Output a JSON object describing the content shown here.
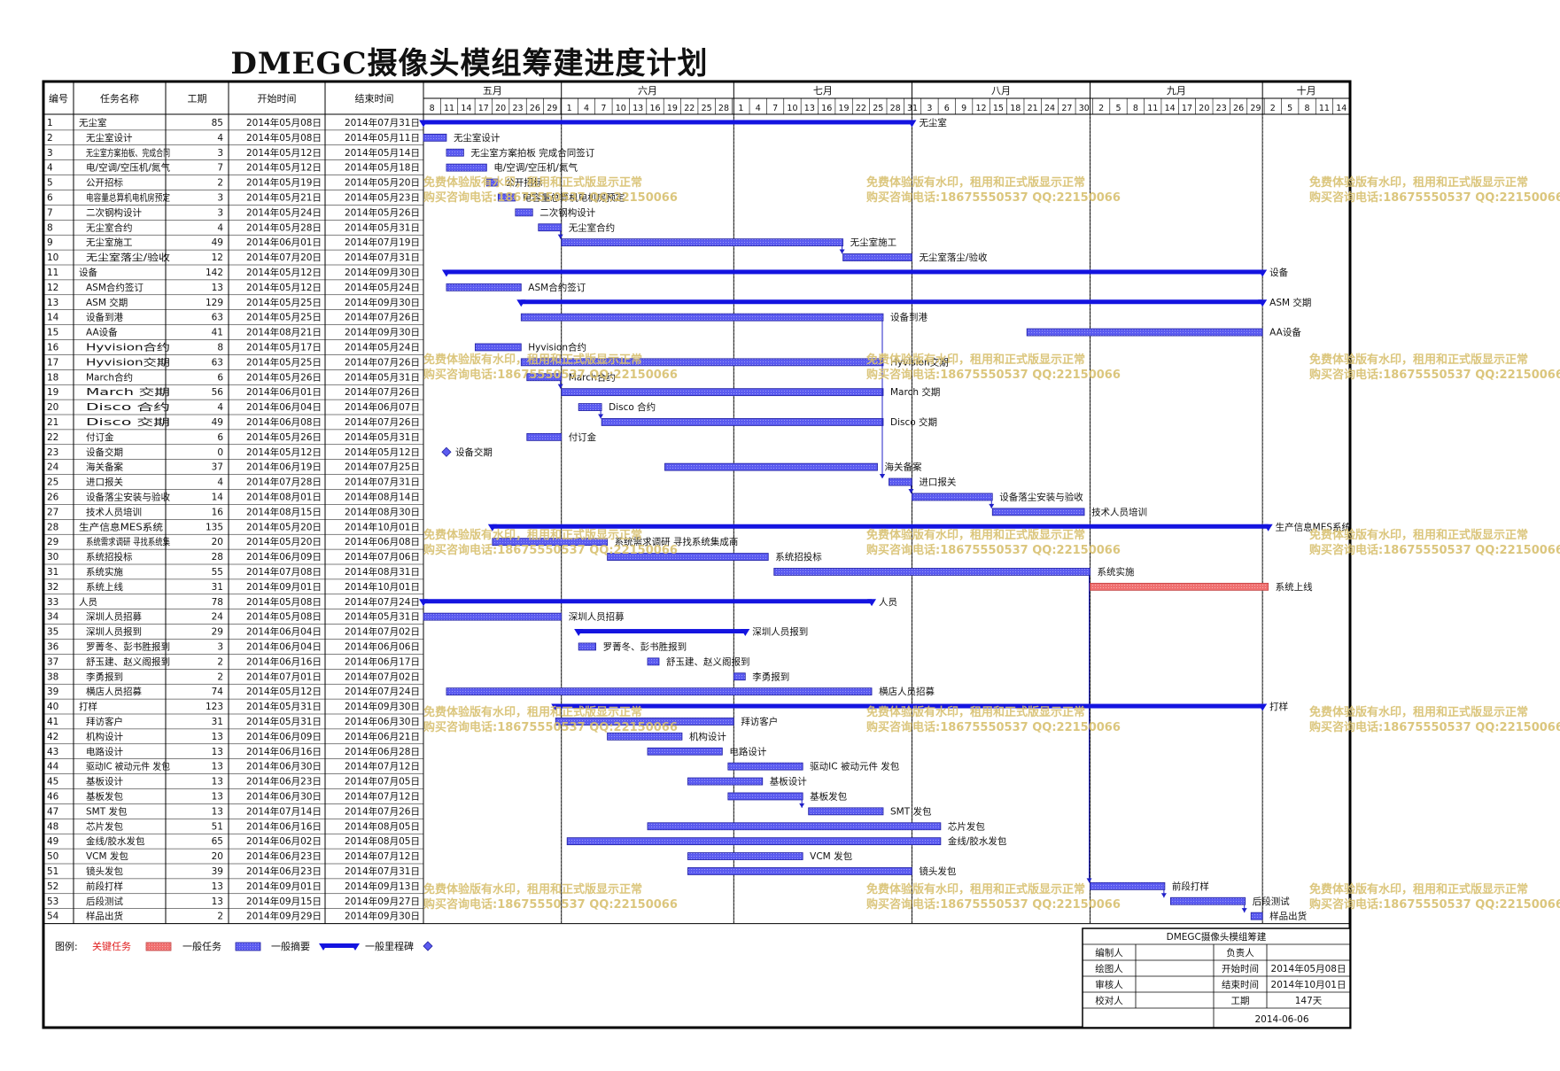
{
  "title": "DMEGC摄像头模组筹建进度计划",
  "chart_data": {
    "type": "gantt",
    "title": "DMEGC摄像头模组筹建进度计划",
    "columns": [
      "编号",
      "任务名称",
      "工期",
      "开始时间",
      "结束时间"
    ],
    "months": [
      "五月",
      "六月",
      "七月",
      "八月",
      "九月",
      "十月"
    ],
    "timeline_start": "2014-05-08",
    "timeline_end": "2014-10-15",
    "day_labels": [
      "8",
      "11",
      "14",
      "17",
      "20",
      "23",
      "26",
      "29",
      "1",
      "4",
      "7",
      "10",
      "13",
      "16",
      "19",
      "22",
      "25",
      "28",
      "1",
      "4",
      "7",
      "10",
      "13",
      "16",
      "19",
      "22",
      "25",
      "28",
      "31",
      "3",
      "6",
      "9",
      "12",
      "15",
      "18",
      "21",
      "24",
      "27",
      "30",
      "2",
      "5",
      "8",
      "11",
      "14",
      "17",
      "20",
      "23",
      "26",
      "29",
      "2",
      "5",
      "8",
      "11",
      "14"
    ],
    "tasks": [
      {
        "id": "1",
        "name": "无尘室",
        "dur": "85",
        "start": "2014年05月08日",
        "end": "2014年07月31日",
        "s": "2014-05-08",
        "e": "2014-07-31",
        "kind": "summary",
        "label": "无尘室"
      },
      {
        "id": "2",
        "name": "无尘室设计",
        "dur": "4",
        "start": "2014年05月08日",
        "end": "2014年05月11日",
        "s": "2014-05-08",
        "e": "2014-05-11",
        "kind": "task",
        "label": "无尘室设计"
      },
      {
        "id": "3",
        "name": "无尘室方案拍板、完成合同",
        "dur": "3",
        "start": "2014年05月12日",
        "end": "2014年05月14日",
        "s": "2014-05-12",
        "e": "2014-05-14",
        "kind": "task",
        "label": "无尘室方案拍板 完成合同签订"
      },
      {
        "id": "4",
        "name": "电/空调/空压机/氮气",
        "dur": "7",
        "start": "2014年05月12日",
        "end": "2014年05月18日",
        "s": "2014-05-12",
        "e": "2014-05-18",
        "kind": "task",
        "label": "电/空调/空压机/氮气"
      },
      {
        "id": "5",
        "name": "公开招标",
        "dur": "2",
        "start": "2014年05月19日",
        "end": "2014年05月20日",
        "s": "2014-05-19",
        "e": "2014-05-20",
        "kind": "task",
        "label": "公开招标"
      },
      {
        "id": "6",
        "name": "电容量总算机电机房预定",
        "dur": "3",
        "start": "2014年05月21日",
        "end": "2014年05月23日",
        "s": "2014-05-21",
        "e": "2014-05-23",
        "kind": "task",
        "label": "电容量总算机电机房预定"
      },
      {
        "id": "7",
        "name": "二次钢构设计",
        "dur": "3",
        "start": "2014年05月24日",
        "end": "2014年05月26日",
        "s": "2014-05-24",
        "e": "2014-05-26",
        "kind": "task",
        "label": "二次钢构设计"
      },
      {
        "id": "8",
        "name": "无尘室合约",
        "dur": "4",
        "start": "2014年05月28日",
        "end": "2014年05月31日",
        "s": "2014-05-28",
        "e": "2014-05-31",
        "kind": "task",
        "label": "无尘室合约"
      },
      {
        "id": "9",
        "name": "无尘室施工",
        "dur": "49",
        "start": "2014年06月01日",
        "end": "2014年07月19日",
        "s": "2014-06-01",
        "e": "2014-07-19",
        "kind": "task",
        "label": "无尘室施工"
      },
      {
        "id": "10",
        "name": "无尘室落尘/验收",
        "dur": "12",
        "start": "2014年07月20日",
        "end": "2014年07月31日",
        "s": "2014-07-20",
        "e": "2014-07-31",
        "kind": "task",
        "label": "无尘室落尘/验收"
      },
      {
        "id": "11",
        "name": "设备",
        "dur": "142",
        "start": "2014年05月12日",
        "end": "2014年09月30日",
        "s": "2014-05-12",
        "e": "2014-09-30",
        "kind": "summary",
        "label": "设备"
      },
      {
        "id": "12",
        "name": "ASM合约签订",
        "dur": "13",
        "start": "2014年05月12日",
        "end": "2014年05月24日",
        "s": "2014-05-12",
        "e": "2014-05-24",
        "kind": "task",
        "label": "ASM合约签订"
      },
      {
        "id": "13",
        "name": "ASM 交期",
        "dur": "129",
        "start": "2014年05月25日",
        "end": "2014年09月30日",
        "s": "2014-05-25",
        "e": "2014-09-30",
        "kind": "summary",
        "label": "ASM 交期"
      },
      {
        "id": "14",
        "name": "设备到港",
        "dur": "63",
        "start": "2014年05月25日",
        "end": "2014年07月26日",
        "s": "2014-05-25",
        "e": "2014-07-26",
        "kind": "task",
        "label": "设备到港"
      },
      {
        "id": "15",
        "name": "AA设备",
        "dur": "41",
        "start": "2014年08月21日",
        "end": "2014年09月30日",
        "s": "2014-08-21",
        "e": "2014-09-30",
        "kind": "task",
        "label": "AA设备"
      },
      {
        "id": "16",
        "name": "Hyvision合约",
        "dur": "8",
        "start": "2014年05月17日",
        "end": "2014年05月24日",
        "s": "2014-05-17",
        "e": "2014-05-24",
        "kind": "task",
        "label": "Hyvision合约"
      },
      {
        "id": "17",
        "name": "Hyvision交期",
        "dur": "63",
        "start": "2014年05月25日",
        "end": "2014年07月26日",
        "s": "2014-05-25",
        "e": "2014-07-26",
        "kind": "task",
        "label": "Hyvision交期"
      },
      {
        "id": "18",
        "name": "March合约",
        "dur": "6",
        "start": "2014年05月26日",
        "end": "2014年05月31日",
        "s": "2014-05-26",
        "e": "2014-05-31",
        "kind": "task",
        "label": "March合约"
      },
      {
        "id": "19",
        "name": "March 交期",
        "dur": "56",
        "start": "2014年06月01日",
        "end": "2014年07月26日",
        "s": "2014-06-01",
        "e": "2014-07-26",
        "kind": "task",
        "label": "March 交期"
      },
      {
        "id": "20",
        "name": "Disco 合约",
        "dur": "4",
        "start": "2014年06月04日",
        "end": "2014年06月07日",
        "s": "2014-06-04",
        "e": "2014-06-07",
        "kind": "task",
        "label": "Disco 合约"
      },
      {
        "id": "21",
        "name": "Disco 交期",
        "dur": "49",
        "start": "2014年06月08日",
        "end": "2014年07月26日",
        "s": "2014-06-08",
        "e": "2014-07-26",
        "kind": "task",
        "label": "Disco 交期"
      },
      {
        "id": "22",
        "name": "付订金",
        "dur": "6",
        "start": "2014年05月26日",
        "end": "2014年05月31日",
        "s": "2014-05-26",
        "e": "2014-05-31",
        "kind": "task",
        "label": "付订金"
      },
      {
        "id": "23",
        "name": "设备交期",
        "dur": "0",
        "start": "2014年05月12日",
        "end": "2014年05月12日",
        "s": "2014-05-12",
        "e": "2014-05-12",
        "kind": "milestone",
        "label": "设备交期"
      },
      {
        "id": "24",
        "name": "海关备案",
        "dur": "37",
        "start": "2014年06月19日",
        "end": "2014年07月25日",
        "s": "2014-06-19",
        "e": "2014-07-25",
        "kind": "task",
        "label": "海关备案"
      },
      {
        "id": "25",
        "name": "进口报关",
        "dur": "4",
        "start": "2014年07月28日",
        "end": "2014年07月31日",
        "s": "2014-07-28",
        "e": "2014-07-31",
        "kind": "task",
        "label": "进口报关"
      },
      {
        "id": "26",
        "name": "设备落尘安装与验收",
        "dur": "14",
        "start": "2014年08月01日",
        "end": "2014年08月14日",
        "s": "2014-08-01",
        "e": "2014-08-14",
        "kind": "task",
        "label": "设备落尘安装与验收"
      },
      {
        "id": "27",
        "name": "技术人员培训",
        "dur": "16",
        "start": "2014年08月15日",
        "end": "2014年08月30日",
        "s": "2014-08-15",
        "e": "2014-08-30",
        "kind": "task",
        "label": "技术人员培训"
      },
      {
        "id": "28",
        "name": "生产信息MES系统",
        "dur": "135",
        "start": "2014年05月20日",
        "end": "2014年10月01日",
        "s": "2014-05-20",
        "e": "2014-10-01",
        "kind": "summary",
        "label": "生产信息MES系统"
      },
      {
        "id": "29",
        "name": "系统需求调研 寻找系统集",
        "dur": "20",
        "start": "2014年05月20日",
        "end": "2014年06月08日",
        "s": "2014-05-20",
        "e": "2014-06-08",
        "kind": "task",
        "label": "系统需求调研 寻找系统集成商"
      },
      {
        "id": "30",
        "name": "系统招投标",
        "dur": "28",
        "start": "2014年06月09日",
        "end": "2014年07月06日",
        "s": "2014-06-09",
        "e": "2014-07-06",
        "kind": "task",
        "label": "系统招投标"
      },
      {
        "id": "31",
        "name": "系统实施",
        "dur": "55",
        "start": "2014年07月08日",
        "end": "2014年08月31日",
        "s": "2014-07-08",
        "e": "2014-08-31",
        "kind": "task",
        "label": "系统实施"
      },
      {
        "id": "32",
        "name": "系统上线",
        "dur": "31",
        "start": "2014年09月01日",
        "end": "2014年10月01日",
        "s": "2014-09-01",
        "e": "2014-10-01",
        "kind": "critical",
        "label": "系统上线"
      },
      {
        "id": "33",
        "name": "人员",
        "dur": "78",
        "start": "2014年05月08日",
        "end": "2014年07月24日",
        "s": "2014-05-08",
        "e": "2014-07-24",
        "kind": "summary",
        "label": "人员"
      },
      {
        "id": "34",
        "name": "深圳人员招募",
        "dur": "24",
        "start": "2014年05月08日",
        "end": "2014年05月31日",
        "s": "2014-05-08",
        "e": "2014-05-31",
        "kind": "task",
        "label": "深圳人员招募"
      },
      {
        "id": "35",
        "name": "深圳人员报到",
        "dur": "29",
        "start": "2014年06月04日",
        "end": "2014年07月02日",
        "s": "2014-06-04",
        "e": "2014-07-02",
        "kind": "summary",
        "label": "深圳人员报到"
      },
      {
        "id": "36",
        "name": "罗菁冬、彭书胜报到",
        "dur": "3",
        "start": "2014年06月04日",
        "end": "2014年06月06日",
        "s": "2014-06-04",
        "e": "2014-06-06",
        "kind": "task",
        "label": "罗菁冬、彭书胜报到"
      },
      {
        "id": "37",
        "name": "舒玉建、赵义阁报到",
        "dur": "2",
        "start": "2014年06月16日",
        "end": "2014年06月17日",
        "s": "2014-06-16",
        "e": "2014-06-17",
        "kind": "task",
        "label": "舒玉建、赵义阁报到"
      },
      {
        "id": "38",
        "name": "李勇报到",
        "dur": "2",
        "start": "2014年07月01日",
        "end": "2014年07月02日",
        "s": "2014-07-01",
        "e": "2014-07-02",
        "kind": "task",
        "label": "李勇报到"
      },
      {
        "id": "39",
        "name": "横店人员招募",
        "dur": "74",
        "start": "2014年05月12日",
        "end": "2014年07月24日",
        "s": "2014-05-12",
        "e": "2014-07-24",
        "kind": "task",
        "label": "横店人员招募"
      },
      {
        "id": "40",
        "name": "打样",
        "dur": "123",
        "start": "2014年05月31日",
        "end": "2014年09月30日",
        "s": "2014-05-31",
        "e": "2014-09-30",
        "kind": "summary",
        "label": "打样"
      },
      {
        "id": "41",
        "name": "拜访客户",
        "dur": "31",
        "start": "2014年05月31日",
        "end": "2014年06月30日",
        "s": "2014-05-31",
        "e": "2014-06-30",
        "kind": "task",
        "label": "拜访客户"
      },
      {
        "id": "42",
        "name": "机构设计",
        "dur": "13",
        "start": "2014年06月09日",
        "end": "2014年06月21日",
        "s": "2014-06-09",
        "e": "2014-06-21",
        "kind": "task",
        "label": "机构设计"
      },
      {
        "id": "43",
        "name": "电路设计",
        "dur": "13",
        "start": "2014年06月16日",
        "end": "2014年06月28日",
        "s": "2014-06-16",
        "e": "2014-06-28",
        "kind": "task",
        "label": "电路设计"
      },
      {
        "id": "44",
        "name": "驱动IC 被动元件 发包",
        "dur": "13",
        "start": "2014年06月30日",
        "end": "2014年07月12日",
        "s": "2014-06-30",
        "e": "2014-07-12",
        "kind": "task",
        "label": "驱动IC 被动元件 发包"
      },
      {
        "id": "45",
        "name": "基板设计",
        "dur": "13",
        "start": "2014年06月23日",
        "end": "2014年07月05日",
        "s": "2014-06-23",
        "e": "2014-07-05",
        "kind": "task",
        "label": "基板设计"
      },
      {
        "id": "46",
        "name": "基板发包",
        "dur": "13",
        "start": "2014年06月30日",
        "end": "2014年07月12日",
        "s": "2014-06-30",
        "e": "2014-07-12",
        "kind": "task",
        "label": "基板发包"
      },
      {
        "id": "47",
        "name": "SMT 发包",
        "dur": "13",
        "start": "2014年07月14日",
        "end": "2014年07月26日",
        "s": "2014-07-14",
        "e": "2014-07-26",
        "kind": "task",
        "label": "SMT 发包"
      },
      {
        "id": "48",
        "name": "芯片发包",
        "dur": "51",
        "start": "2014年06月16日",
        "end": "2014年08月05日",
        "s": "2014-06-16",
        "e": "2014-08-05",
        "kind": "task",
        "label": "芯片发包"
      },
      {
        "id": "49",
        "name": "金线/胶水发包",
        "dur": "65",
        "start": "2014年06月02日",
        "end": "2014年08月05日",
        "s": "2014-06-02",
        "e": "2014-08-05",
        "kind": "task",
        "label": "金线/胶水发包"
      },
      {
        "id": "50",
        "name": "VCM 发包",
        "dur": "20",
        "start": "2014年06月23日",
        "end": "2014年07月12日",
        "s": "2014-06-23",
        "e": "2014-07-12",
        "kind": "task",
        "label": "VCM 发包"
      },
      {
        "id": "51",
        "name": "镜头发包",
        "dur": "39",
        "start": "2014年06月23日",
        "end": "2014年07月31日",
        "s": "2014-06-23",
        "e": "2014-07-31",
        "kind": "task",
        "label": "镜头发包"
      },
      {
        "id": "52",
        "name": "前段打样",
        "dur": "13",
        "start": "2014年09月01日",
        "end": "2014年09月13日",
        "s": "2014-09-01",
        "e": "2014-09-13",
        "kind": "task",
        "label": "前段打样"
      },
      {
        "id": "53",
        "name": "后段测试",
        "dur": "13",
        "start": "2014年09月15日",
        "end": "2014年09月27日",
        "s": "2014-09-15",
        "e": "2014-09-27",
        "kind": "task",
        "label": "后段测试"
      },
      {
        "id": "54",
        "name": "样品出货",
        "dur": "2",
        "start": "2014年09月29日",
        "end": "2014年09月30日",
        "s": "2014-09-29",
        "e": "2014-09-30",
        "kind": "task",
        "label": "样品出货"
      }
    ],
    "legend": {
      "prefix": "图例:",
      "critical": "关键任务",
      "task": "一般任务",
      "summary": "一般摘要",
      "milestone": "一般里程碑"
    },
    "watermark": {
      "line1": "免费体验版有水印，租用和正式版显示正常",
      "line2": "购买咨询电话:18675550537 QQ:22150066"
    },
    "info_box": {
      "title": "DMEGC摄像头模组筹建",
      "rows": [
        [
          "编制人",
          "",
          "负责人",
          ""
        ],
        [
          "绘图人",
          "",
          "开始时间",
          "2014年05月08日"
        ],
        [
          "审核人",
          "",
          "结束时间",
          "2014年10月01日"
        ],
        [
          "校对人",
          "",
          "工期",
          "147天"
        ]
      ],
      "date": "2014-06-06"
    },
    "colors": {
      "task": "#5b5bf0",
      "summary": "#1414e0",
      "critical": "#f07070",
      "link": "#2020c8",
      "watermark": "#d8c070",
      "critical_text": "#e02020"
    }
  }
}
